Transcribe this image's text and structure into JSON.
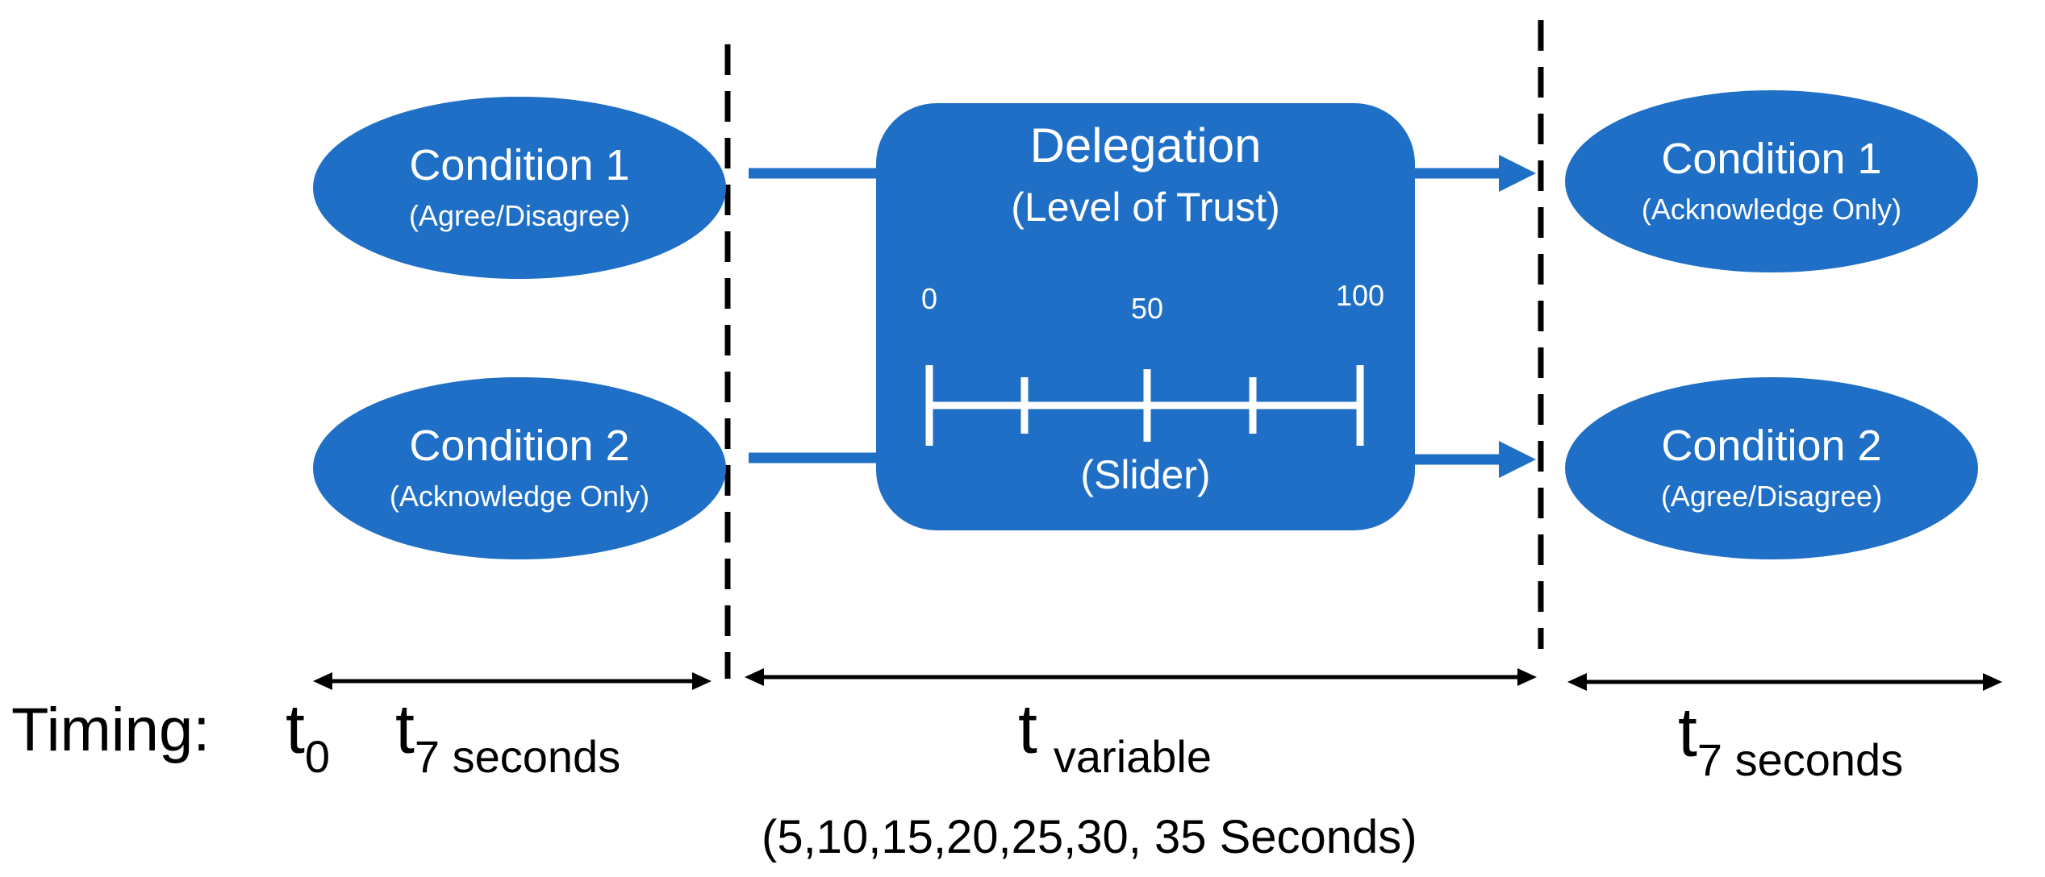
{
  "left_conditions": [
    {
      "title": "Condition 1",
      "subtitle": "(Agree/Disagree)"
    },
    {
      "title": "Condition 2",
      "subtitle": "(Acknowledge Only)"
    }
  ],
  "right_conditions": [
    {
      "title": "Condition 1",
      "subtitle": "(Acknowledge Only)"
    },
    {
      "title": "Condition 2",
      "subtitle": "(Agree/Disagree)"
    }
  ],
  "delegation": {
    "title": "Delegation",
    "subtitle": "(Level of Trust)",
    "slider_caption": "(Slider)",
    "scale_labels": [
      "0",
      "50",
      "100"
    ]
  },
  "timing": {
    "label": "Timing:",
    "t0": {
      "base": "t",
      "sub": "0"
    },
    "t7_left": {
      "base": "t",
      "sub": "7 seconds"
    },
    "t_variable": {
      "base": "t",
      "sub": "variable",
      "note": "(5,10,15,20,25,30, 35 Seconds)"
    },
    "t7_right": {
      "base": "t",
      "sub": "7 seconds"
    }
  },
  "colors": {
    "shape_fill": "#1f6fc6",
    "text_on_shape": "#ffffff",
    "lines": "#000000"
  }
}
